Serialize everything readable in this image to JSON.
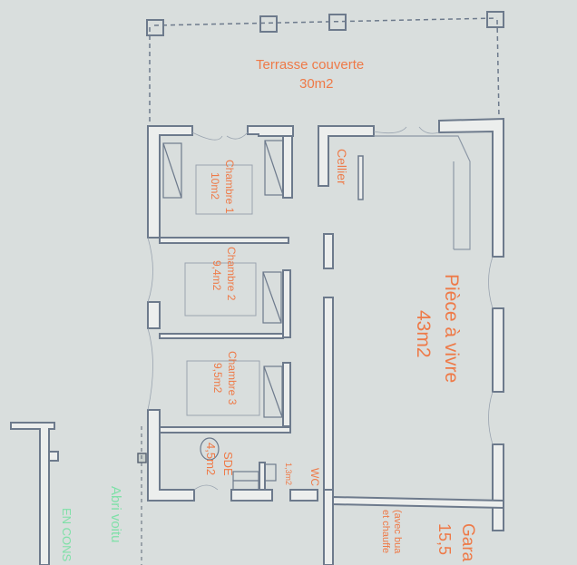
{
  "plan": {
    "rooms": {
      "terrace": {
        "name": "Terrasse couverte",
        "area": "30m2"
      },
      "living": {
        "name": "Pièce à vivre",
        "area": "43m2"
      },
      "cellier": {
        "name": "Cellier"
      },
      "bedroom1": {
        "name": "Chambre 1",
        "area": "10m2"
      },
      "bedroom2": {
        "name": "Chambre 2",
        "area": "9,4m2"
      },
      "bedroom3": {
        "name": "Chambre 3",
        "area": "9,5m2"
      },
      "sde": {
        "name": "SDE",
        "area": "4,5m2"
      },
      "wc": {
        "name": "WC",
        "area": "1,3m2"
      },
      "garage": {
        "name": "Gara",
        "area": "15,5",
        "note1": "(avec bua",
        "note2": "et chauffe"
      }
    },
    "annex": {
      "abri": "Abri voitu",
      "en_cons": "EN CONS"
    },
    "colors": {
      "paper": "#d9dedd",
      "wall": "#6d7a8c",
      "wall_fill": "#eceeed",
      "label": "#ee7a48",
      "annex_label": "#7fe0a8"
    }
  }
}
